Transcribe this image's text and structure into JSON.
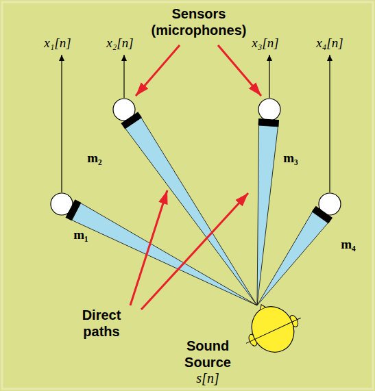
{
  "diagram": {
    "labels": [
      "Sensors (microphones)",
      "x₁[n]",
      "x₂[n]",
      "x₃[n]",
      "x₄[n]",
      "m₁",
      "m₂",
      "m₃",
      "m₄",
      "Direct paths",
      "Sound Source",
      "s[n]"
    ]
  }
}
